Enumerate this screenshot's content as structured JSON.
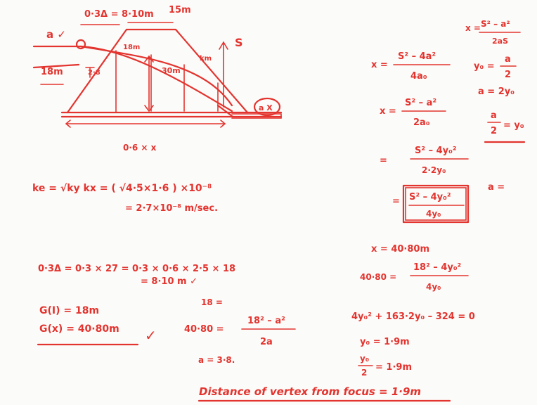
{
  "sketch": {
    "top_dim": "0·3Δ = 8·10m",
    "crest": "15m",
    "a_label": "a ✓",
    "height": "18m",
    "label_28": "2·8",
    "label_18m": "18m",
    "label_30m": "30m",
    "label_km": "km",
    "label_s": "S",
    "label_ax": "a X",
    "base_dim": "0·6 × x"
  },
  "left_notes": {
    "ke_line": "ke = √ky kx = ( √4·5×1·6 ) ×10⁻⁸",
    "ke_value": "= 2·7×10⁻⁸ m/sec.",
    "delta_line": "0·3Δ = 0·3 × 27 = 0·3 × 0·6 × 2·5 × 18",
    "delta_value": "= 8·10 m ✓",
    "gd": "G(I) = 18m",
    "gx": "G(x) = 40·80m",
    "check": "✓",
    "eighteen": "18 =",
    "eq_lhs": "40·80 =",
    "eq_num": "18² – a²",
    "eq_den": "2a",
    "a_value": "a = 3·8.",
    "distance": "Distance of vertex from focus = 1·9m"
  },
  "right_notes": {
    "x_top_lhs": "x =",
    "x_top_num": "S² – a²",
    "x_top_den": "2aS",
    "x1_lhs": "x =",
    "x1_num": "S² – 4a²",
    "x1_den": "4a₀",
    "y0_lhs": "y₀ =",
    "y0_num": "a",
    "y0_den": "2",
    "x2_lhs": "x =",
    "x2_num": "S² – a²",
    "x2_den": "2a₀",
    "a_eq": "a = 2y₀",
    "a2_num": "a",
    "a2_den": "2",
    "a2_rhs": "= y₀",
    "x3_lhs": "=",
    "x3_num": "S² – 4y₀²",
    "x3_den": "2·2y₀",
    "x4_lhs": "=",
    "x4_num": "S² – 4y₀²",
    "x4_den": "4y₀",
    "a_dangling": "a =",
    "x_val": "x = 40·80m",
    "x_sub_lhs": "40·80 =",
    "x_sub_num": "18² – 4y₀²",
    "x_sub_den": "4y₀",
    "quadratic": "4y₀² + 163·2y₀ – 324 = 0",
    "y0_val": "y₀ = 1·9m",
    "y0_half_num": "y₀",
    "y0_half_den": "2",
    "y0_half_rhs": "= 1·9m"
  }
}
